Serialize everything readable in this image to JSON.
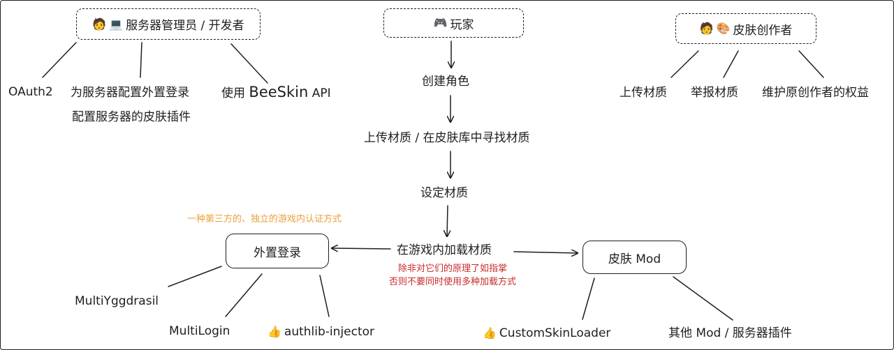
{
  "roles": {
    "admin": {
      "label": "服务器管理员 / 开发者",
      "icons": [
        "person-emoji",
        "laptop-emoji"
      ]
    },
    "player": {
      "label": "玩家",
      "icons": [
        "gamepad-emoji"
      ]
    },
    "creator": {
      "label": "皮肤创作者",
      "icons": [
        "person-emoji",
        "palette-emoji"
      ]
    }
  },
  "admin_tasks": {
    "oauth": "OAuth2",
    "config_login": "为服务器配置外置登录",
    "config_plugin": "配置服务器的皮肤插件",
    "api_prefix": "使用",
    "api_name": "BeeSkin",
    "api_suffix": "API"
  },
  "creator_tasks": {
    "upload": "上传材质",
    "report": "举报材质",
    "protect": "维护原创作者的权益"
  },
  "player_flow": {
    "create": "创建角色",
    "upload_find": "上传材质 / 在皮肤库中寻找材质",
    "set": "设定材质",
    "load": "在游戏内加载材质"
  },
  "external_login": {
    "label": "外置登录",
    "note": "一种第三方的、独立的游戏内认证方式",
    "options": {
      "yggdrasil": "MultiYggdrasil",
      "multilogin": "MultiLogin",
      "authlib": "authlib-injector"
    }
  },
  "skin_mod": {
    "label": "皮肤 Mod",
    "options": {
      "csl": "CustomSkinLoader",
      "other": "其他 Mod / 服务器插件"
    }
  },
  "warning": {
    "line1": "除非对它们的原理了如指掌",
    "line2": "否则不要同时使用多种加载方式"
  },
  "colors": {
    "note": "#e8a13a",
    "warning": "#c92a2a",
    "stroke": "#1e1e1e"
  }
}
